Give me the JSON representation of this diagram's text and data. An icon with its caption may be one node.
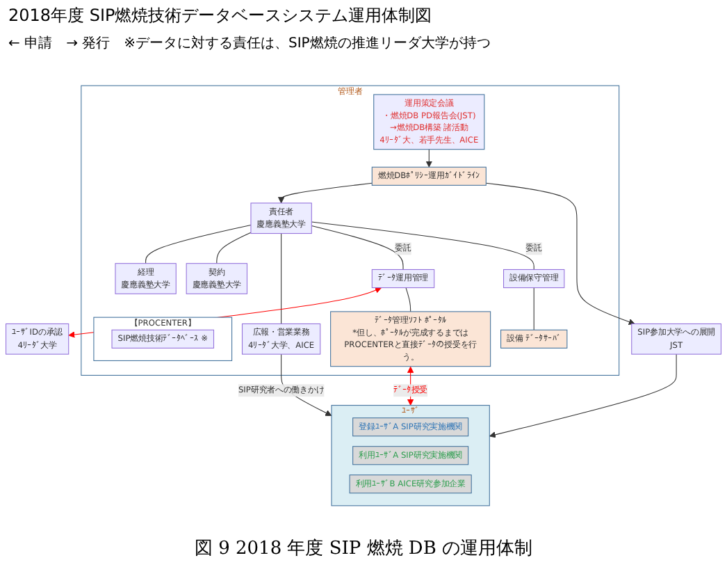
{
  "diagram": {
    "title": "2018年度 SIP燃焼技術データベースシステム運用体制図",
    "caption": "図 9 2018 年度 SIP 燃焼 DB の運用体制",
    "nodes": [
      {
        "text": [
          "管理者"
        ]
      },
      {
        "text": [
          "燃焼DBﾎﾟﾘｼｰ運用ｶﾞｲﾄﾞﾗｲﾝ"
        ],
        "in": 0
      },
      {
        "text": [
          "運用策定会議",
          "・燃焼DB PD報告会(JST)",
          "→燃焼DB構築 諸活動",
          "4ﾘｰﾀﾞ大、若手先生、AICE"
        ],
        "in": 0
      },
      {
        "text": [
          "責任者",
          "慶應義塾大学"
        ],
        "in": 0
      },
      {
        "text": [
          "経理",
          "慶應義塾大学"
        ],
        "in": 0
      },
      {
        "text": [
          "契約",
          "慶應義塾大学"
        ],
        "in": 0
      },
      {
        "text": [
          "広報・営業業務",
          "4ﾘｰﾀﾞ大学、AICE"
        ],
        "in": 0
      },
      {
        "text": [
          "ﾃﾞｰﾀ運用管理"
        ],
        "in": 0
      },
      {
        "text": [
          "設備保守管理"
        ],
        "in": 0
      },
      {
        "text": [
          "設備 ﾃﾞｰﾀｻｰﾊﾞ"
        ],
        "in": 0
      },
      {
        "text": [
          "ﾃﾞｰﾀ管理ｿﾌﾄ ﾎﾟｰﾀﾙ",
          "*但し、ﾎﾟｰﾀﾙが完成するまではPROCENTERと直接ﾃﾞｰﾀの授受を行う。"
        ],
        "in": 0
      },
      {
        "text": [
          "【PROCENTER】"
        ],
        "in": 0
      },
      {
        "text": [
          "SIP燃焼技術ﾃﾞｰﾀﾍﾞｰｽ ※"
        ],
        "in": 11
      },
      {
        "text": [
          "SIP参加大学への展開",
          "JST"
        ]
      },
      {
        "text": [
          "ﾕｰｻﾞIDの承認",
          "4ﾘｰﾀﾞ大学"
        ]
      },
      {
        "text": [
          "ﾕｰｻﾞ"
        ]
      },
      {
        "text": [
          "登録ﾕｰｻﾞA SIP研究実施機関"
        ],
        "in": 15
      },
      {
        "text": [
          "利用ﾕｰｻﾞA SIP研究実施機関"
        ],
        "in": 15
      },
      {
        "text": [
          "利用ﾕｰｻﾞB AICE研究参加企業"
        ],
        "in": 15
      }
    ],
    "edges": [
      {
        "from": 2,
        "to": 1,
        "arrow": "to"
      },
      {
        "from": 1,
        "to": 3,
        "arrow": "to"
      },
      {
        "from": 1,
        "to": 13,
        "arrow": "to"
      },
      {
        "from": 3,
        "to": 4,
        "arrow": "none"
      },
      {
        "from": 3,
        "to": 5,
        "arrow": "none"
      },
      {
        "from": 3,
        "to": 6,
        "arrow": "none"
      },
      {
        "from": 3,
        "to": 7,
        "arrow": "none",
        "label": "委託"
      },
      {
        "from": 3,
        "to": 8,
        "arrow": "none",
        "label": "委託"
      },
      {
        "from": 13,
        "to": 15,
        "arrow": "to"
      },
      {
        "from": 6,
        "to": 15,
        "arrow": "to",
        "label": "SIP研究者への働きかけ"
      },
      {
        "from": 7,
        "to": 14,
        "arrow": "both",
        "color": "#ff0000"
      },
      {
        "from": 7,
        "to": 10,
        "arrow": "none"
      },
      {
        "from": 8,
        "to": 9,
        "arrow": "none"
      },
      {
        "from": 10,
        "to": 15,
        "arrow": "both",
        "color": "#ff0000",
        "label": "ﾃﾞｰﾀ授受"
      }
    ],
    "labels": [
      "← 申請",
      "→ 発行",
      "※データに対する責任は、SIP燃焼の推進リーダ大学が持つ"
    ]
  }
}
